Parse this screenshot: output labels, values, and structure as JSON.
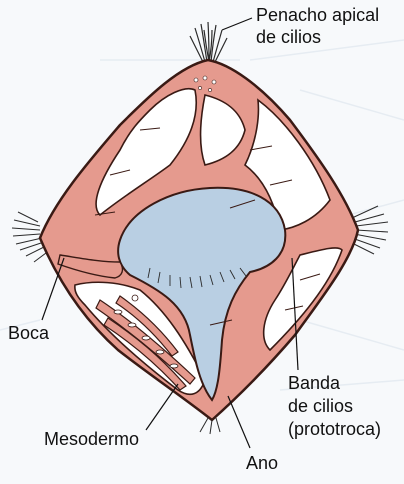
{
  "labels": {
    "apical_tuft_line1": "Penacho apical",
    "apical_tuft_line2": "de cilios",
    "mouth": "Boca",
    "ciliary_band_line1": "Banda",
    "ciliary_band_line2": "de cilios",
    "ciliary_band_line3": "(prototroca)",
    "mesoderm": "Mesodermo",
    "anus": "Ano"
  },
  "colors": {
    "body_tissue": "#e59a8e",
    "body_outline": "#3a1a14",
    "inner_cavity": "#ffffff",
    "gut": "#b9cfe3",
    "cilia": "#2b2b2b",
    "background": "#f7f9fb"
  }
}
